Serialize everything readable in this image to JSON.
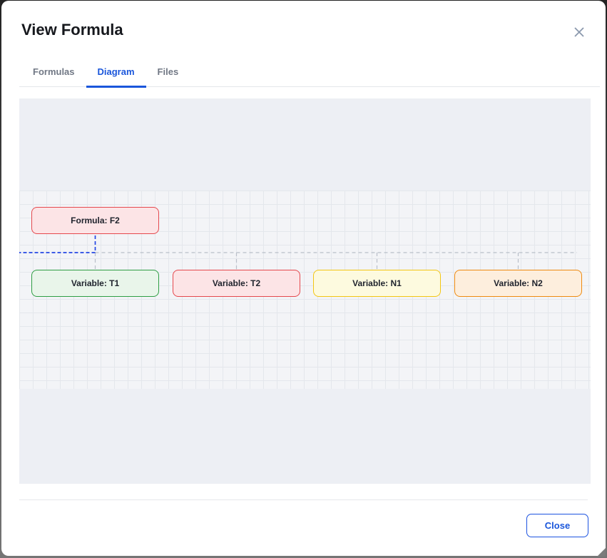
{
  "modal": {
    "title": "View Formula",
    "close_icon": "x-icon",
    "tabs": [
      {
        "label": "Formulas",
        "active": false
      },
      {
        "label": "Diagram",
        "active": true
      },
      {
        "label": "Files",
        "active": false
      }
    ],
    "footer": {
      "close_button_label": "Close"
    }
  },
  "diagram": {
    "nodes": [
      {
        "label": "Formula: F2",
        "kind": "formula",
        "background": "#fce4e6",
        "border": "#e5484d"
      },
      {
        "label": "Variable: T1",
        "kind": "variable",
        "background": "#e9f5ea",
        "border": "#2f9e44"
      },
      {
        "label": "Variable: T2",
        "kind": "variable",
        "background": "#fce4e6",
        "border": "#e5484d"
      },
      {
        "label": "Variable: N1",
        "kind": "variable",
        "background": "#fdfadf",
        "border": "#f3c614"
      },
      {
        "label": "Variable: N2",
        "kind": "variable",
        "background": "#fdeedd",
        "border": "#ee8a10"
      }
    ],
    "edges": {
      "style": "dashed",
      "selected_color": "#2446e4",
      "default_color": "#b9bfc9"
    },
    "canvas": {
      "background": "#edeff4",
      "grid_background": "#f3f4f7",
      "grid_line_color": "#e4e7ec"
    }
  },
  "colors": {
    "accent_blue": "#1a56db",
    "tab_inactive_text": "#717885",
    "divider": "#e3e6ea",
    "close_x": "#8b98ad",
    "title_text": "#16181d"
  }
}
